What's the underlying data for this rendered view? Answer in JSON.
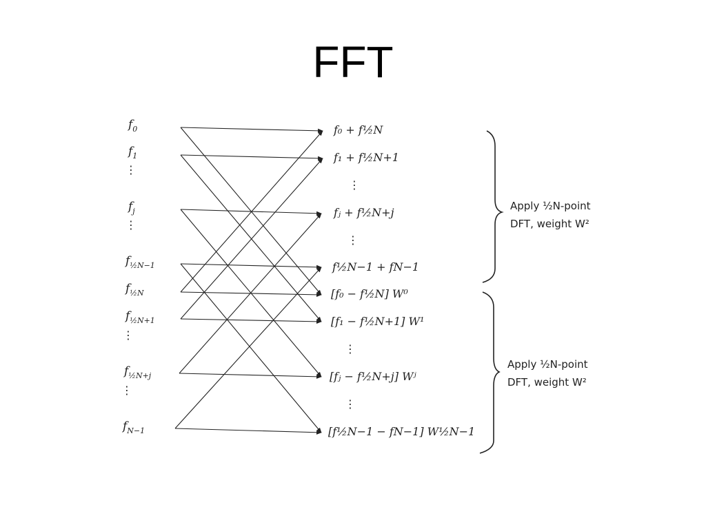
{
  "title": "FFT",
  "inputs": [
    {
      "base": "f",
      "sub": "0"
    },
    {
      "base": "f",
      "sub": "1"
    },
    {
      "base": "f",
      "sub": "j"
    },
    {
      "base": "f",
      "sub": "½N−1"
    },
    {
      "base": "f",
      "sub": "½N"
    },
    {
      "base": "f",
      "sub": "½N+1"
    },
    {
      "base": "f",
      "sub": "½N+j"
    },
    {
      "base": "f",
      "sub": "N−1"
    }
  ],
  "outputs": [
    {
      "text": "f₀ + f½N"
    },
    {
      "text": "f₁ + f½N+1"
    },
    {
      "text": "fⱼ + f½N+j"
    },
    {
      "text": "f½N−1 + fN−1"
    },
    {
      "text": "[f₀ − f½N] W⁰"
    },
    {
      "text": "[f₁ − f½N+1] W¹"
    },
    {
      "text": "[fⱼ − f½N+j] Wʲ"
    },
    {
      "text": "[f½N−1 − fN−1] W½N−1"
    }
  ],
  "annotations": {
    "top_line1": "Apply ½N-point",
    "top_line2": "DFT, weight W²",
    "bottom_line1": "Apply ½N-point",
    "bottom_line2": "DFT, weight W²"
  }
}
